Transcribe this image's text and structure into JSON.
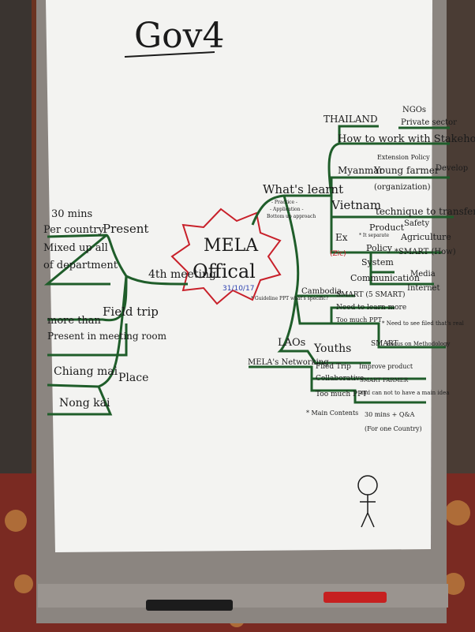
{
  "scene": {
    "title": "Gov4",
    "center": {
      "line1": "MELA",
      "line2": "Offical",
      "date": "31/10/17"
    },
    "meeting": "4th meeting",
    "left": {
      "present": {
        "label": "Present",
        "notes": [
          "30 mins",
          "Per country",
          "Mixed up all",
          "of department"
        ]
      },
      "field_trip": {
        "label": "Field trip",
        "notes": [
          "more than",
          "Present in meeting room"
        ]
      },
      "place": {
        "label": "Place",
        "notes": [
          "Chiang mai",
          "Nong kai"
        ]
      }
    },
    "whats_learnt": {
      "label": "What's learnt",
      "sub": [
        "- Practice -",
        "- Application -",
        "Bottom up approach"
      ],
      "thailand": {
        "label": "THAILAND",
        "items": [
          "NGOs",
          "Private sector",
          "How to work with Stakeholder"
        ]
      },
      "myanmar": {
        "label": "Myanmar",
        "items": [
          "Extension Policy",
          "Young farmer",
          "Develop",
          "(organization)"
        ]
      },
      "vietnam": {
        "label": "Vietnam",
        "items": [
          "technique to transfer",
          "Product",
          "Safety",
          "Agriculture",
          "*SMART (How)",
          "Policy",
          "System",
          "Communication",
          "Media",
          "Internet"
        ],
        "ex": "Ex",
        "ex_note": "(Zic)",
        "separate": "* It separate"
      },
      "cambodia": {
        "label": "Cambodia",
        "guideline": "* Guideline PPT what's specific?",
        "items": [
          "SMART (5 SMART)",
          "Need to learn more",
          "Too much PPT",
          "* Need to see filed that's real",
          "Focus on Methodology"
        ]
      },
      "laos": {
        "label": "LAOs",
        "items": [
          "Youths",
          "SMART"
        ]
      },
      "networking": {
        "label": "MELA's Networking",
        "items": [
          "Filed Trip",
          "Improve product",
          "Collaborative",
          "SMART FARMER",
          "Too much PPT",
          "and can not to have a main idea",
          "* Main Contents",
          "30 mins + Q&A",
          "(For one Country)"
        ]
      }
    }
  }
}
